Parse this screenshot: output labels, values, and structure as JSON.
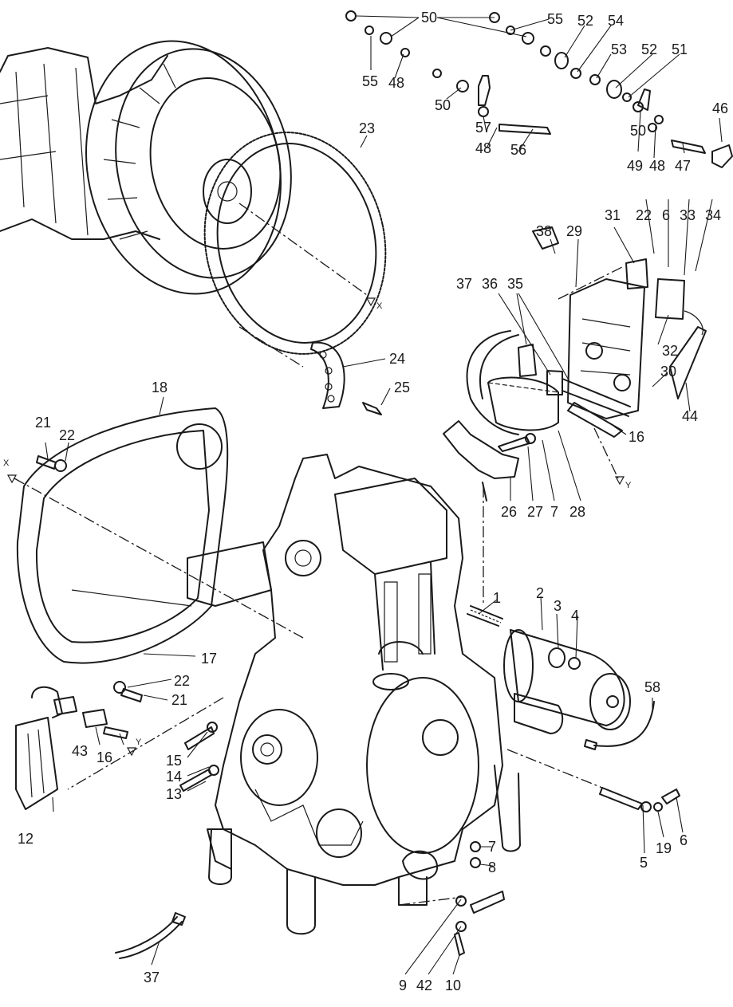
{
  "callouts": {
    "c1": "1",
    "c2": "2",
    "c3": "3",
    "c4": "4",
    "c5": "5",
    "c6a": "6",
    "c6b": "6",
    "c7a": "7",
    "c7b": "7",
    "c8": "8",
    "c9": "9",
    "c10": "10",
    "c12": "12",
    "c13": "13",
    "c14": "14",
    "c15": "15",
    "c16a": "16",
    "c16b": "16",
    "c17": "17",
    "c18": "18",
    "c19": "19",
    "c21a": "21",
    "c21b": "21",
    "c22a": "22",
    "c22b": "22",
    "c22c": "22",
    "c23": "23",
    "c24": "24",
    "c25": "25",
    "c26": "26",
    "c27": "27",
    "c28": "28",
    "c29": "29",
    "c30": "30",
    "c31": "31",
    "c32": "32",
    "c33": "33",
    "c34": "34",
    "c35": "35",
    "c36": "36",
    "c37a": "37",
    "c37b": "37",
    "c38": "38",
    "c42": "42",
    "c43": "43",
    "c44": "44",
    "c46": "46",
    "c47": "47",
    "c48a": "48",
    "c48b": "48",
    "c48c": "48",
    "c49": "49",
    "c50a": "50",
    "c50b": "50",
    "c50c": "50",
    "c51": "51",
    "c52a": "52",
    "c52b": "52",
    "c53": "53",
    "c54": "54",
    "c55a": "55",
    "c55b": "55",
    "c56": "56",
    "c57": "57",
    "c58": "58"
  },
  "refs": {
    "x_top": "X",
    "x_left": "X",
    "y_right": "Y",
    "y_left": "Y"
  }
}
